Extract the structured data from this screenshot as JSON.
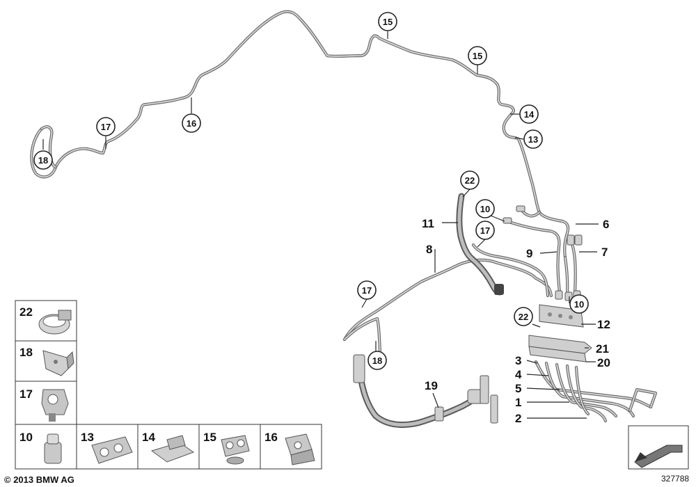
{
  "copyright": "© 2013 BMW AG",
  "drawing_number": "327788",
  "callouts": {
    "c15a": "15",
    "c15b": "15",
    "c14": "14",
    "c13": "13",
    "c16": "16",
    "c17a": "17",
    "c18a": "18",
    "c22a": "22",
    "c10a": "10",
    "c17b": "17",
    "c17c": "17",
    "c18b": "18",
    "c10b": "10",
    "c22b": "22"
  },
  "labels": {
    "l6": "6",
    "l7": "7",
    "l9": "9",
    "l11": "11",
    "l8": "8",
    "l12": "12",
    "l21": "21",
    "l20": "20",
    "l3": "3",
    "l4": "4",
    "l5": "5",
    "l1": "1",
    "l2": "2",
    "l19": "19"
  },
  "parts_table": {
    "row1": "22",
    "row2": "18",
    "row3": "17",
    "bottom": [
      "10",
      "13",
      "14",
      "15",
      "16"
    ]
  },
  "icon": "arrow-direction-icon"
}
